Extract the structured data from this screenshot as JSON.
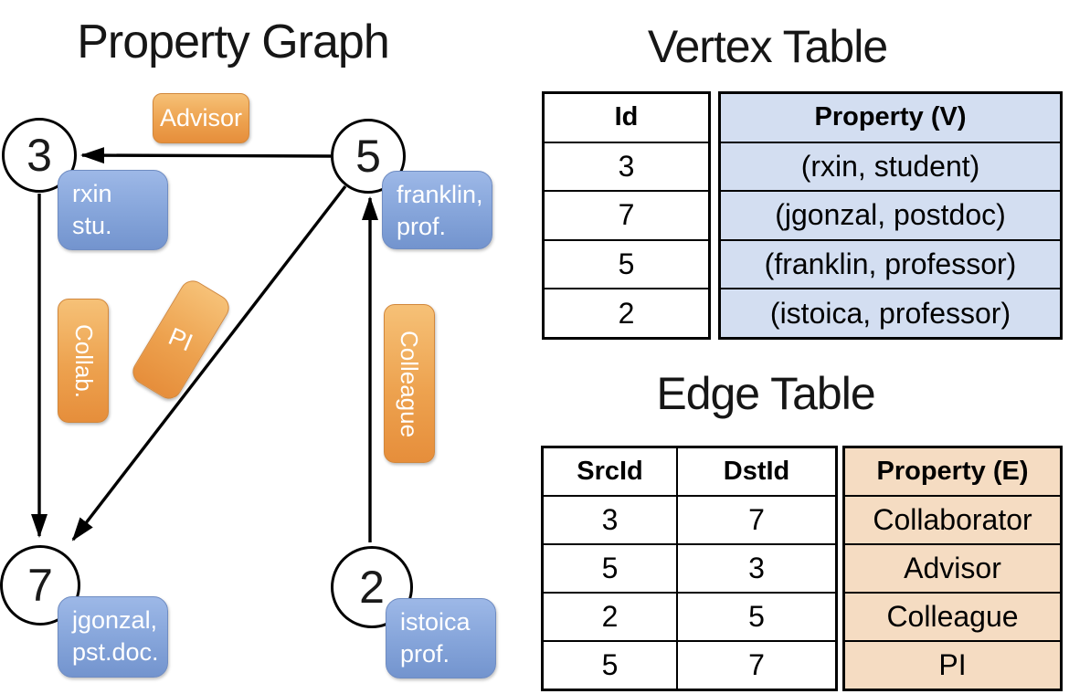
{
  "graph": {
    "title": "Property Graph",
    "nodes": [
      {
        "id": "3",
        "label_line1": "rxin",
        "label_line2": "stu."
      },
      {
        "id": "5",
        "label_line1": "franklin,",
        "label_line2": "prof."
      },
      {
        "id": "7",
        "label_line1": "jgonzal,",
        "label_line2": "pst.doc."
      },
      {
        "id": "2",
        "label_line1": "istoica",
        "label_line2": "prof."
      }
    ],
    "edge_labels": {
      "advisor": "Advisor",
      "collab": "Collab.",
      "pi": "PI",
      "colleague": "Colleague"
    },
    "edges": [
      {
        "from": "5",
        "to": "3",
        "label": "Advisor"
      },
      {
        "from": "3",
        "to": "7",
        "label": "Collab."
      },
      {
        "from": "5",
        "to": "7",
        "label": "PI"
      },
      {
        "from": "2",
        "to": "5",
        "label": "Colleague"
      }
    ]
  },
  "vertex_table": {
    "title": "Vertex Table",
    "columns": {
      "id": "Id",
      "property": "Property (V)"
    },
    "rows": [
      {
        "id": "3",
        "property": "(rxin, student)"
      },
      {
        "id": "7",
        "property": "(jgonzal, postdoc)"
      },
      {
        "id": "5",
        "property": "(franklin, professor)"
      },
      {
        "id": "2",
        "property": "(istoica, professor)"
      }
    ]
  },
  "edge_table": {
    "title": "Edge Table",
    "columns": {
      "src": "SrcId",
      "dst": "DstId",
      "property": "Property (E)"
    },
    "rows": [
      {
        "src": "3",
        "dst": "7",
        "property": "Collaborator"
      },
      {
        "src": "5",
        "dst": "3",
        "property": "Advisor"
      },
      {
        "src": "2",
        "dst": "5",
        "property": "Colleague"
      },
      {
        "src": "5",
        "dst": "7",
        "property": "PI"
      }
    ]
  },
  "colors": {
    "edge_label_orange_top": "#f6c177",
    "edge_label_orange_bottom": "#e68e3b",
    "vertex_label_blue_top": "#9db8e7",
    "vertex_label_blue_bottom": "#7394ce",
    "vertex_property_bg": "#d3def1",
    "edge_property_bg": "#f5dcc2",
    "line_color": "#000000",
    "node_fill": "#ffffff"
  }
}
